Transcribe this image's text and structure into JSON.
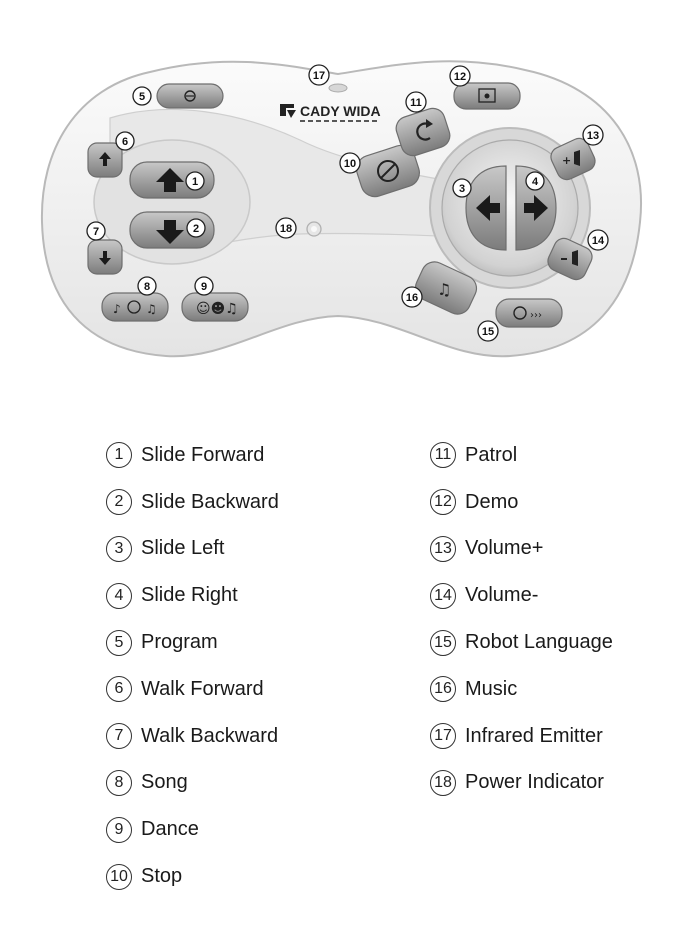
{
  "brand": {
    "logo_text": "CADY WIDA"
  },
  "callouts": [
    {
      "n": "1"
    },
    {
      "n": "2"
    },
    {
      "n": "3"
    },
    {
      "n": "4"
    },
    {
      "n": "5"
    },
    {
      "n": "6"
    },
    {
      "n": "7"
    },
    {
      "n": "8"
    },
    {
      "n": "9"
    },
    {
      "n": "10"
    },
    {
      "n": "11"
    },
    {
      "n": "12"
    },
    {
      "n": "13"
    },
    {
      "n": "14"
    },
    {
      "n": "15"
    },
    {
      "n": "16"
    },
    {
      "n": "17"
    },
    {
      "n": "18"
    }
  ],
  "legend": {
    "left": [
      {
        "num": "1",
        "label": "Slide Forward"
      },
      {
        "num": "2",
        "label": "Slide Backward"
      },
      {
        "num": "3",
        "label": "Slide Left"
      },
      {
        "num": "4",
        "label": "Slide Right"
      },
      {
        "num": "5",
        "label": "Program"
      },
      {
        "num": "6",
        "label": "Walk Forward"
      },
      {
        "num": "7",
        "label": "Walk Backward"
      },
      {
        "num": "8",
        "label": "Song"
      },
      {
        "num": "9",
        "label": "Dance"
      },
      {
        "num": "10",
        "label": "Stop"
      }
    ],
    "right": [
      {
        "num": "11",
        "label": "Patrol"
      },
      {
        "num": "12",
        "label": "Demo"
      },
      {
        "num": "13",
        "label": "Volume+"
      },
      {
        "num": "14",
        "label": "Volume-"
      },
      {
        "num": "15",
        "label": "Robot Language"
      },
      {
        "num": "16",
        "label": "Music"
      },
      {
        "num": "17",
        "label": "Infrared Emitter"
      },
      {
        "num": "18",
        "label": "Power Indicator"
      }
    ]
  },
  "colors": {
    "body": "#f2f2f2",
    "button": "#9a9a9a",
    "arrow": "#1a1a1a"
  }
}
